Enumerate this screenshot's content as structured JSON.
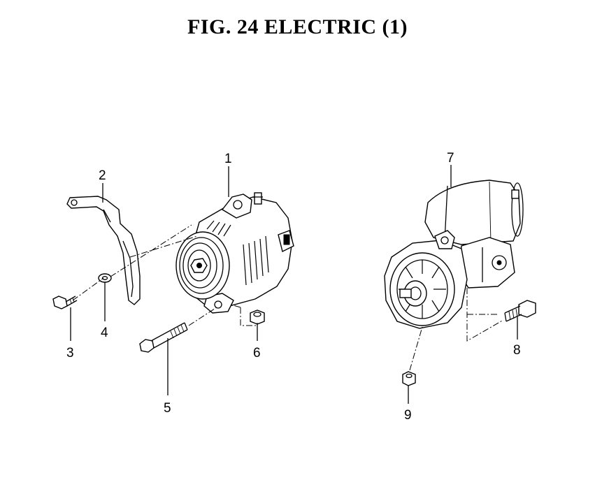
{
  "title": "FIG. 24  ELECTRIC (1)",
  "callouts": [
    {
      "id": "1",
      "label": "1",
      "part": "alternator"
    },
    {
      "id": "2",
      "label": "2",
      "part": "bracket"
    },
    {
      "id": "3",
      "label": "3",
      "part": "bolt"
    },
    {
      "id": "4",
      "label": "4",
      "part": "washer"
    },
    {
      "id": "5",
      "label": "5",
      "part": "long-bolt"
    },
    {
      "id": "6",
      "label": "6",
      "part": "nut"
    },
    {
      "id": "7",
      "label": "7",
      "part": "starter-motor"
    },
    {
      "id": "8",
      "label": "8",
      "part": "bolt"
    },
    {
      "id": "9",
      "label": "9",
      "part": "nut"
    }
  ]
}
